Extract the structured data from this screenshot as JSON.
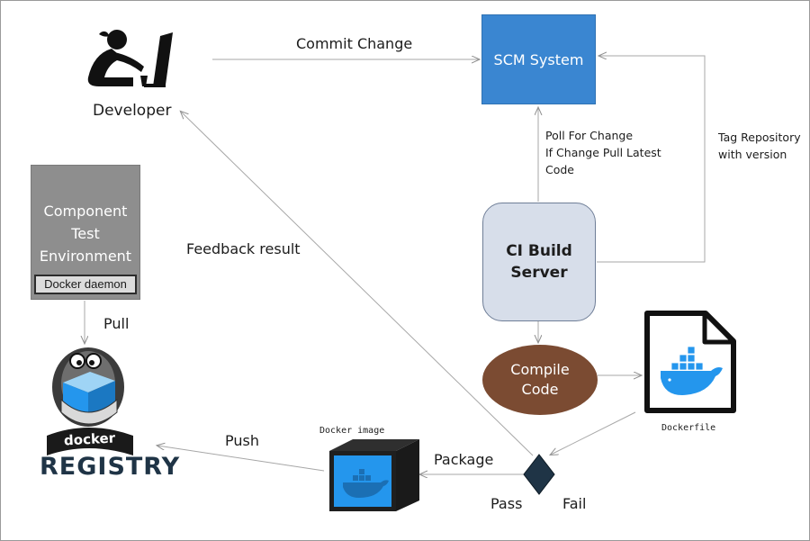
{
  "developer": {
    "label": "Developer",
    "icon": "developer-at-computer-icon"
  },
  "scm": {
    "label": "SCM System",
    "color": "#3a86d1"
  },
  "ci_build": {
    "line1": "CI Build",
    "line2": "Server",
    "color": "#d7deea"
  },
  "compile": {
    "line1": "Compile",
    "line2": "Code",
    "color": "#7b4b32"
  },
  "component_env": {
    "line1": "Component",
    "line2": "Test",
    "line3": "Environment",
    "daemon": "Docker daemon"
  },
  "registry": {
    "text_docker": "docker",
    "text_registry": "REGISTRY",
    "icon": "docker-registry-logo-icon"
  },
  "dockerfile": {
    "label": "Dockerfile",
    "icon": "dockerfile-document-icon"
  },
  "docker_image": {
    "label": "Docker image",
    "icon": "docker-image-cube-icon"
  },
  "edges": {
    "commit_change": "Commit Change",
    "poll_line1": "Poll For Change",
    "poll_line2": "If Change Pull Latest",
    "poll_line3": "Code",
    "tag_line1": "Tag Repository",
    "tag_line2": "with version",
    "feedback": "Feedback result",
    "pull": "Pull",
    "push": "Push",
    "package": "Package",
    "pass": "Pass",
    "fail": "Fail"
  },
  "colors": {
    "arrow": "#a7a7a7",
    "docker_blue": "#2496ed",
    "decision": "#1f3446"
  }
}
